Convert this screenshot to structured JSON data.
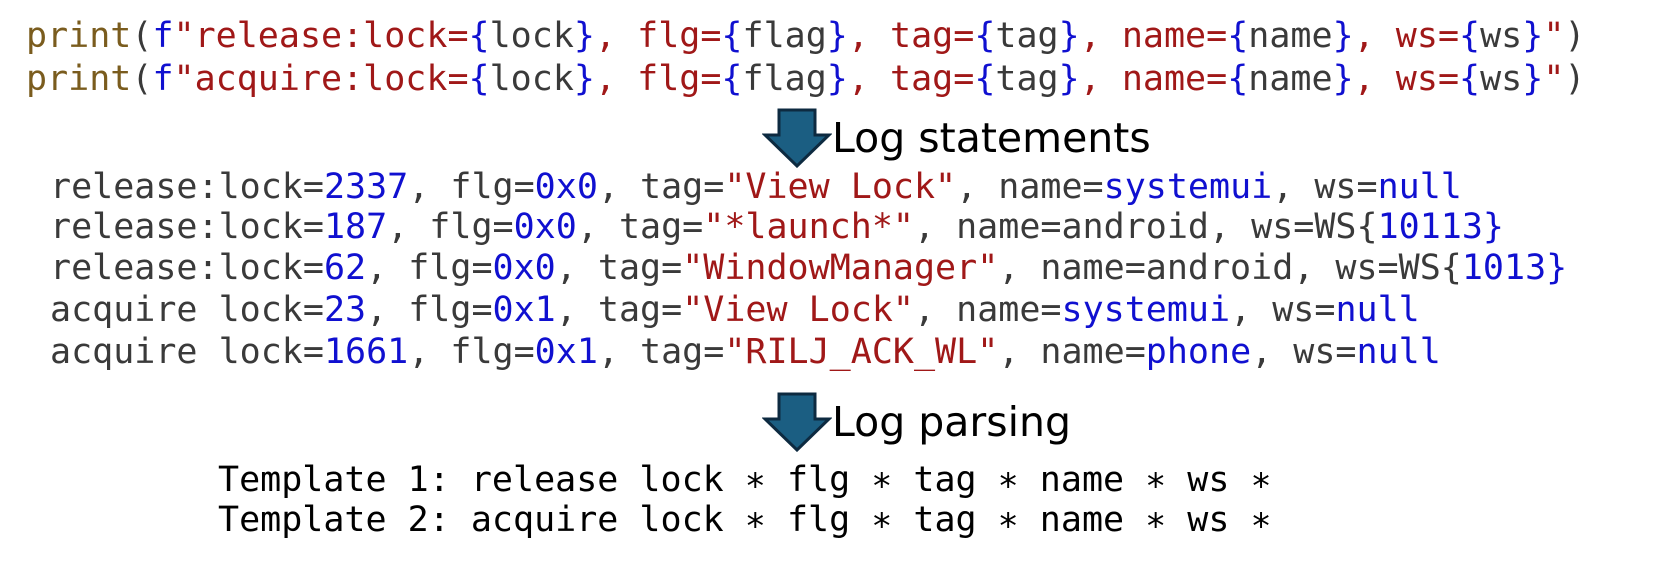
{
  "colors": {
    "func": "#7a5c1e",
    "plain": "#3a3a3a",
    "string": "#a01818",
    "brace": "#1010d0",
    "value": "#1010d0",
    "template": "#000000",
    "arrow_fill": "#1b5e82",
    "arrow_stroke": "#0d2a40"
  },
  "code_lines": [
    [
      {
        "t": "print",
        "c": "func"
      },
      {
        "t": "(",
        "c": "plain"
      },
      {
        "t": "f",
        "c": "brace"
      },
      {
        "t": "\"release:lock=",
        "c": "string"
      },
      {
        "t": "{",
        "c": "brace"
      },
      {
        "t": "lock",
        "c": "plain"
      },
      {
        "t": "}",
        "c": "brace"
      },
      {
        "t": ", flg=",
        "c": "string"
      },
      {
        "t": "{",
        "c": "brace"
      },
      {
        "t": "flag",
        "c": "plain"
      },
      {
        "t": "}",
        "c": "brace"
      },
      {
        "t": ", tag=",
        "c": "string"
      },
      {
        "t": "{",
        "c": "brace"
      },
      {
        "t": "tag",
        "c": "plain"
      },
      {
        "t": "}",
        "c": "brace"
      },
      {
        "t": ", name=",
        "c": "string"
      },
      {
        "t": "{",
        "c": "brace"
      },
      {
        "t": "name",
        "c": "plain"
      },
      {
        "t": "}",
        "c": "brace"
      },
      {
        "t": ", ws=",
        "c": "string"
      },
      {
        "t": "{",
        "c": "brace"
      },
      {
        "t": "ws",
        "c": "plain"
      },
      {
        "t": "}",
        "c": "brace"
      },
      {
        "t": "\"",
        "c": "string"
      },
      {
        "t": ")",
        "c": "plain"
      }
    ],
    [
      {
        "t": "print",
        "c": "func"
      },
      {
        "t": "(",
        "c": "plain"
      },
      {
        "t": "f",
        "c": "brace"
      },
      {
        "t": "\"acquire:lock=",
        "c": "string"
      },
      {
        "t": "{",
        "c": "brace"
      },
      {
        "t": "lock",
        "c": "plain"
      },
      {
        "t": "}",
        "c": "brace"
      },
      {
        "t": ", flg=",
        "c": "string"
      },
      {
        "t": "{",
        "c": "brace"
      },
      {
        "t": "flag",
        "c": "plain"
      },
      {
        "t": "}",
        "c": "brace"
      },
      {
        "t": ", tag=",
        "c": "string"
      },
      {
        "t": "{",
        "c": "brace"
      },
      {
        "t": "tag",
        "c": "plain"
      },
      {
        "t": "}",
        "c": "brace"
      },
      {
        "t": ", name=",
        "c": "string"
      },
      {
        "t": "{",
        "c": "brace"
      },
      {
        "t": "name",
        "c": "plain"
      },
      {
        "t": "}",
        "c": "brace"
      },
      {
        "t": ", ws=",
        "c": "string"
      },
      {
        "t": "{",
        "c": "brace"
      },
      {
        "t": "ws",
        "c": "plain"
      },
      {
        "t": "}",
        "c": "brace"
      },
      {
        "t": "\"",
        "c": "string"
      },
      {
        "t": ")",
        "c": "plain"
      }
    ]
  ],
  "arrow1": {
    "label": "Log statements"
  },
  "log_lines": [
    [
      {
        "t": "release:lock=",
        "c": "plain"
      },
      {
        "t": "2337",
        "c": "value"
      },
      {
        "t": ", flg=",
        "c": "plain"
      },
      {
        "t": "0x0",
        "c": "value"
      },
      {
        "t": ", tag=",
        "c": "plain"
      },
      {
        "t": "\"View Lock\"",
        "c": "string"
      },
      {
        "t": ", name=",
        "c": "plain"
      },
      {
        "t": "systemui",
        "c": "value"
      },
      {
        "t": ", ws=",
        "c": "plain"
      },
      {
        "t": "null",
        "c": "value"
      }
    ],
    [
      {
        "t": "release:lock=",
        "c": "plain"
      },
      {
        "t": "187",
        "c": "value"
      },
      {
        "t": ", flg=",
        "c": "plain"
      },
      {
        "t": "0x0",
        "c": "value"
      },
      {
        "t": ", tag=",
        "c": "plain"
      },
      {
        "t": "\"*launch*\"",
        "c": "string"
      },
      {
        "t": ", name=android, ws=WS{",
        "c": "plain"
      },
      {
        "t": "10113",
        "c": "value"
      },
      {
        "t": "}",
        "c": "value"
      }
    ],
    [
      {
        "t": "release:lock=",
        "c": "plain"
      },
      {
        "t": "62",
        "c": "value"
      },
      {
        "t": ", flg=",
        "c": "plain"
      },
      {
        "t": "0x0",
        "c": "value"
      },
      {
        "t": ", tag=",
        "c": "plain"
      },
      {
        "t": "\"WindowManager\"",
        "c": "string"
      },
      {
        "t": ", name=android, ws=WS{",
        "c": "plain"
      },
      {
        "t": "1013",
        "c": "value"
      },
      {
        "t": "}",
        "c": "value"
      }
    ],
    [
      {
        "t": "acquire lock=",
        "c": "plain"
      },
      {
        "t": "23",
        "c": "value"
      },
      {
        "t": ", flg=",
        "c": "plain"
      },
      {
        "t": "0x1",
        "c": "value"
      },
      {
        "t": ", tag=",
        "c": "plain"
      },
      {
        "t": "\"View Lock\"",
        "c": "string"
      },
      {
        "t": ", name=",
        "c": "plain"
      },
      {
        "t": "systemui",
        "c": "value"
      },
      {
        "t": ", ws=",
        "c": "plain"
      },
      {
        "t": "null",
        "c": "value"
      }
    ],
    [
      {
        "t": "acquire lock=",
        "c": "plain"
      },
      {
        "t": "1661",
        "c": "value"
      },
      {
        "t": ", flg=",
        "c": "plain"
      },
      {
        "t": "0x1",
        "c": "value"
      },
      {
        "t": ", tag=",
        "c": "plain"
      },
      {
        "t": "\"RILJ_ACK_WL\"",
        "c": "string"
      },
      {
        "t": ", name=",
        "c": "plain"
      },
      {
        "t": "phone",
        "c": "value"
      },
      {
        "t": ", ws=",
        "c": "plain"
      },
      {
        "t": "null",
        "c": "value"
      }
    ]
  ],
  "arrow2": {
    "label": "Log parsing"
  },
  "templates": [
    "Template 1: release lock ∗ flg ∗ tag ∗ name ∗ ws ∗",
    "Template 2: acquire lock ∗ flg ∗ tag ∗ name ∗ ws ∗"
  ]
}
